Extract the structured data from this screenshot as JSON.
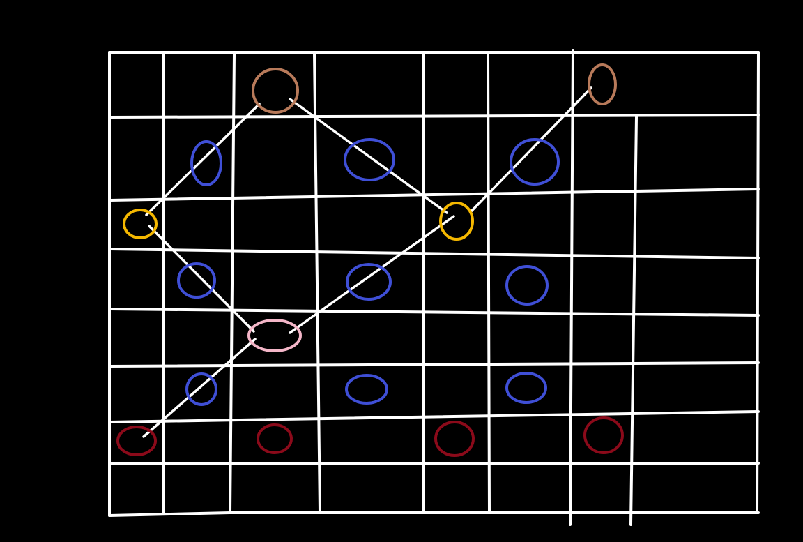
{
  "colors": {
    "background": "#000000",
    "grid": "#ffffff",
    "connector": "#ffffff",
    "brown": "#b87a5a",
    "blue": "#3f4fd6",
    "yellow": "#f5b800",
    "pink": "#f4b6c8",
    "dark_red": "#8b0a1a"
  },
  "nodes": [
    {
      "id": "brown-top-left",
      "color": "brown"
    },
    {
      "id": "brown-top-right",
      "color": "brown"
    },
    {
      "id": "blue-r1-a",
      "color": "blue"
    },
    {
      "id": "blue-r1-b",
      "color": "blue"
    },
    {
      "id": "blue-r1-c",
      "color": "blue"
    },
    {
      "id": "yellow-left",
      "color": "yellow"
    },
    {
      "id": "yellow-center",
      "color": "yellow"
    },
    {
      "id": "blue-r3-a",
      "color": "blue"
    },
    {
      "id": "blue-r3-b",
      "color": "blue"
    },
    {
      "id": "blue-r3-c",
      "color": "blue"
    },
    {
      "id": "pink-center",
      "color": "pink"
    },
    {
      "id": "blue-r5-a",
      "color": "blue"
    },
    {
      "id": "blue-r5-b",
      "color": "blue"
    },
    {
      "id": "blue-r5-c",
      "color": "blue"
    },
    {
      "id": "red-a",
      "color": "dark_red"
    },
    {
      "id": "red-b",
      "color": "dark_red"
    },
    {
      "id": "red-c",
      "color": "dark_red"
    },
    {
      "id": "red-d",
      "color": "dark_red"
    }
  ],
  "connections": [
    [
      "yellow-left",
      "brown-top-left"
    ],
    [
      "brown-top-left",
      "yellow-center"
    ],
    [
      "yellow-center",
      "brown-top-right"
    ],
    [
      "yellow-left",
      "pink-center"
    ],
    [
      "pink-center",
      "yellow-center"
    ],
    [
      "red-a",
      "pink-center"
    ]
  ]
}
